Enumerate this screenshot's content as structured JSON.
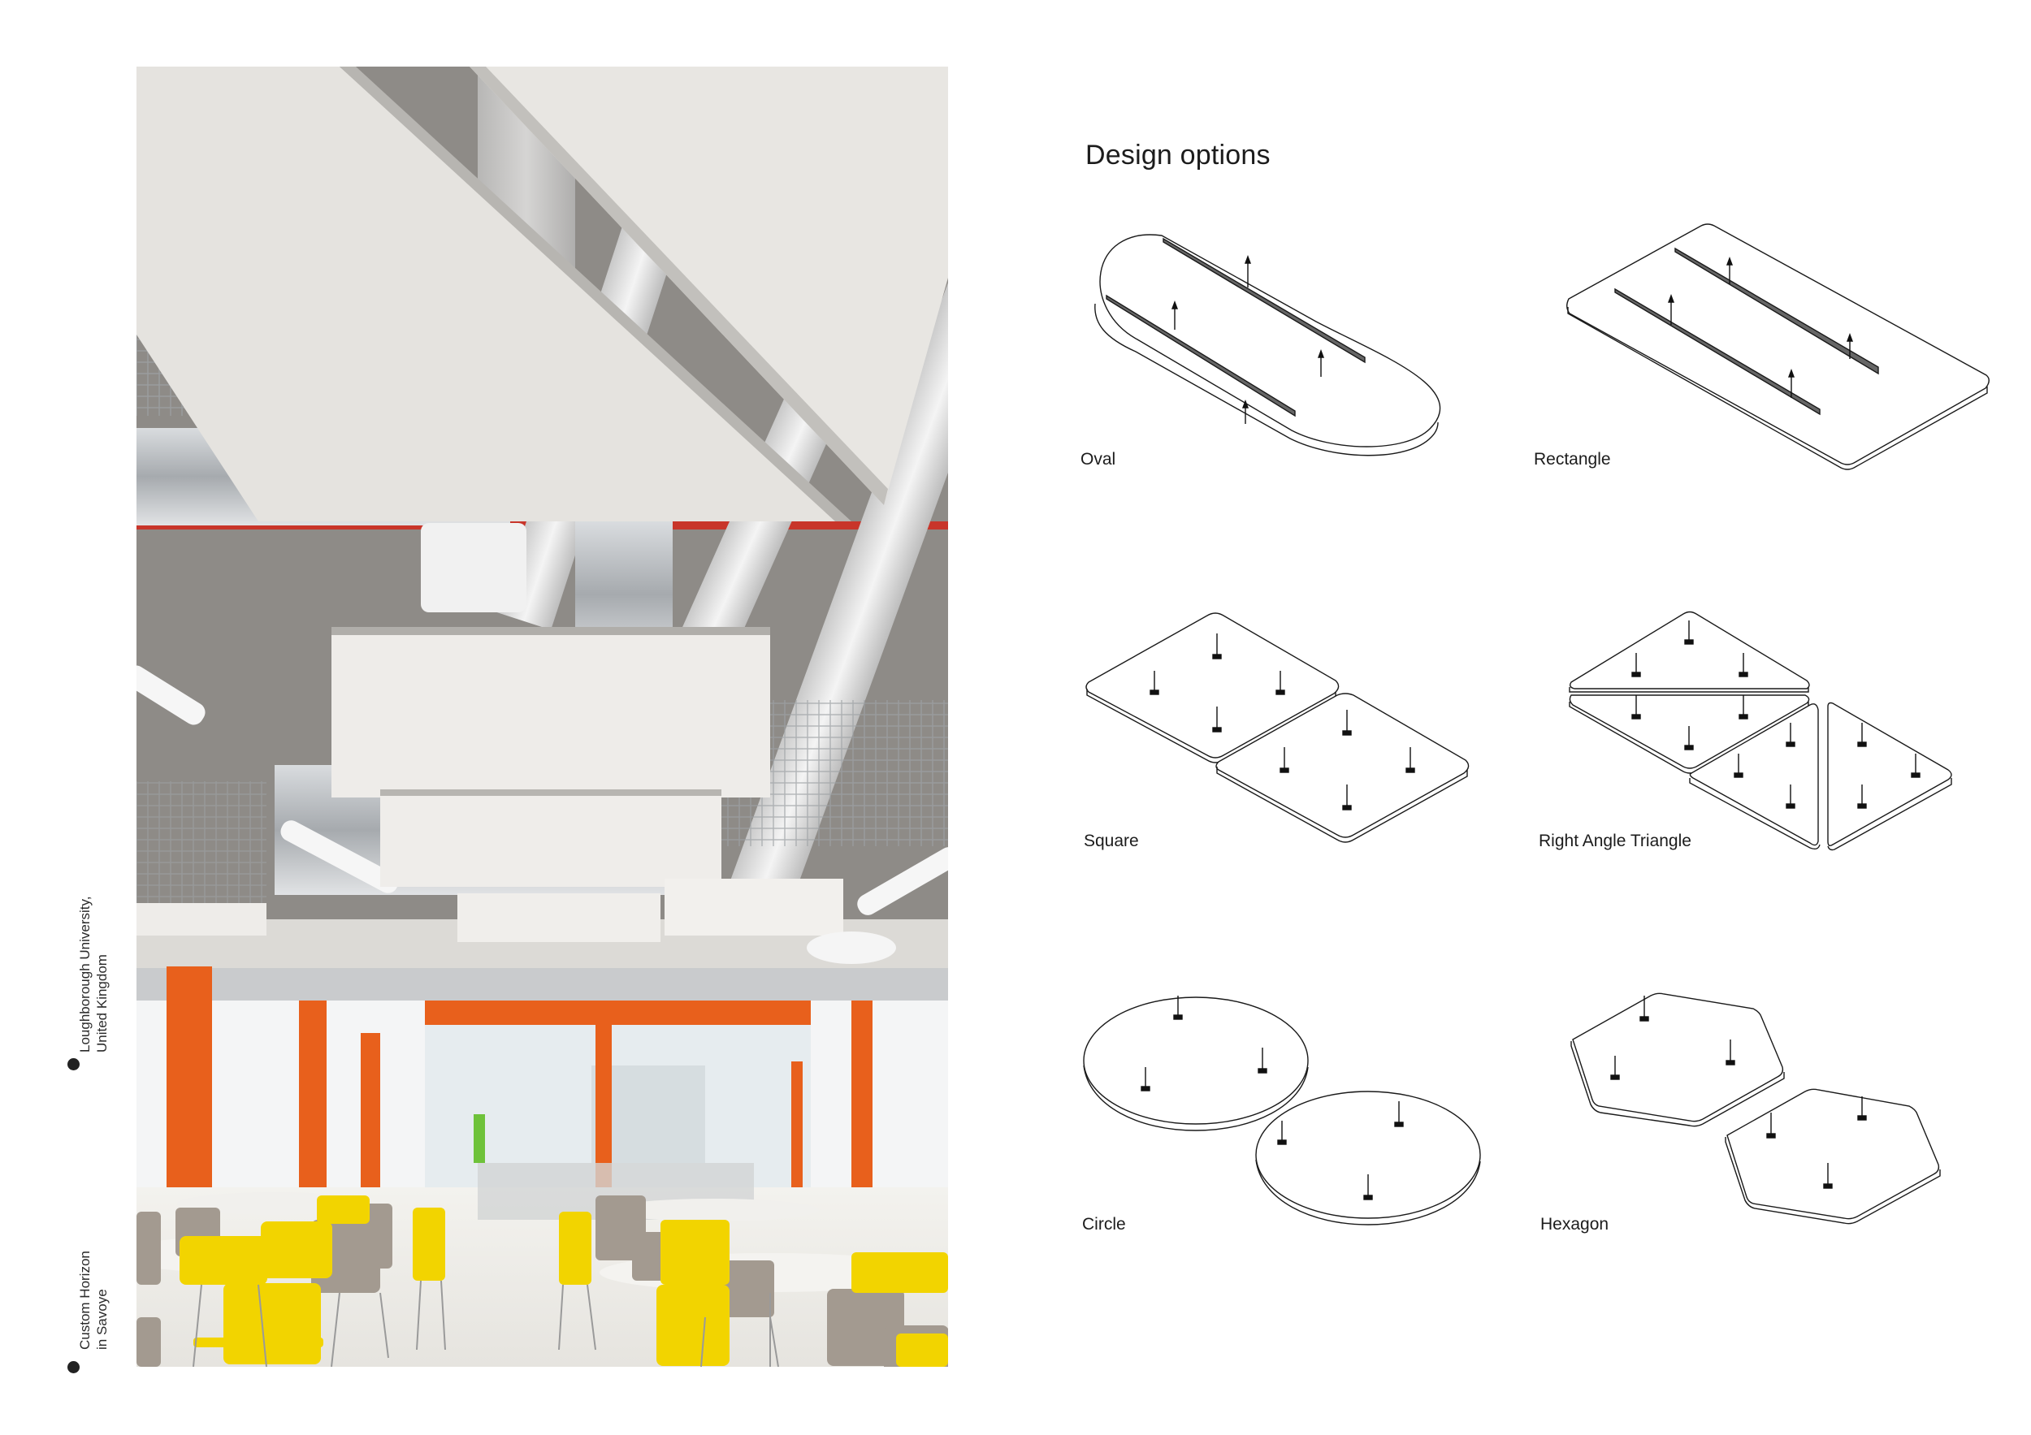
{
  "side_captions": [
    {
      "line1": "Loughborough University,",
      "line2": "United Kingdom"
    },
    {
      "line1": "Custom Horizon",
      "line2": "in Savoye"
    }
  ],
  "photo": {
    "subject": "canteen-interior-with-suspended-acoustic-ceiling-panels",
    "colors": {
      "panel": "#e4e1dc",
      "duct": "#b9bcbf",
      "ceiling": "#8f8c88",
      "beam": "#c8352a",
      "column": "#e8601c",
      "chair_yellow": "#f2d400",
      "chair_taupe": "#a39a90",
      "floor": "#ecebe7"
    }
  },
  "section": {
    "title": "Design options",
    "options": [
      {
        "label": "Oval",
        "shape": "oval"
      },
      {
        "label": "Rectangle",
        "shape": "rectangle"
      },
      {
        "label": "Square",
        "shape": "square"
      },
      {
        "label": "Right Angle Triangle",
        "shape": "right-angle-triangle"
      },
      {
        "label": "Circle",
        "shape": "circle"
      },
      {
        "label": "Hexagon",
        "shape": "hexagon"
      }
    ]
  }
}
